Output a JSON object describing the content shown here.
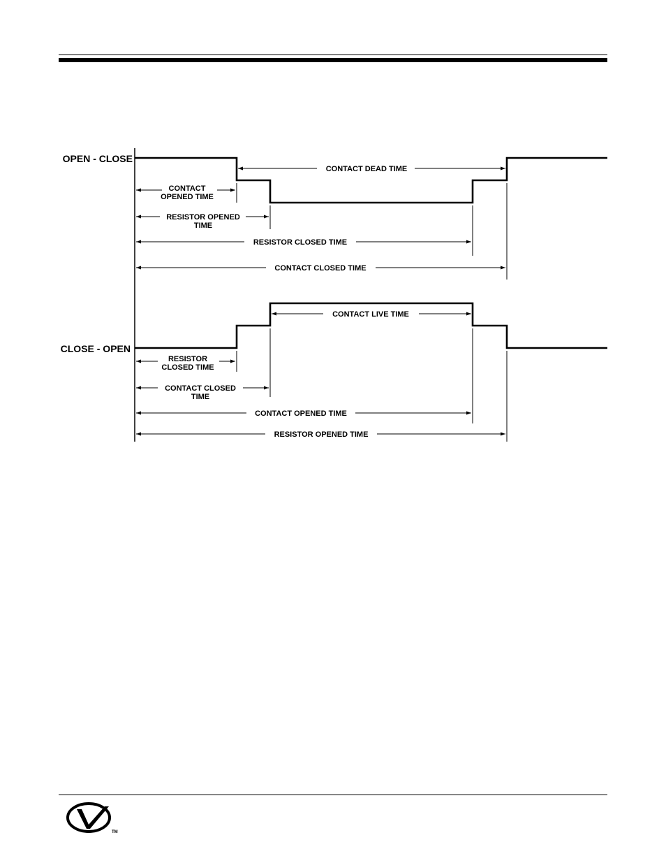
{
  "rows": {
    "top_label": "OPEN - CLOSE",
    "bottom_label": "CLOSE - OPEN"
  },
  "dimensions": {
    "contact_dead_time": "CONTACT DEAD TIME",
    "contact_opened_time_a": "CONTACT",
    "contact_opened_time_b": "OPENED TIME",
    "resistor_opened_time_a": "RESISTOR OPENED",
    "resistor_opened_time_b": "TIME",
    "resistor_closed_time": "RESISTOR CLOSED TIME",
    "contact_closed_time": "CONTACT CLOSED TIME",
    "contact_live_time": "CONTACT LIVE TIME",
    "resistor_closed_time_a": "RESISTOR",
    "resistor_closed_time_b": "CLOSED TIME",
    "contact_closed_time_a": "CONTACT CLOSED",
    "contact_closed_time_b": "TIME",
    "contact_opened_time": "CONTACT OPENED TIME",
    "resistor_opened_time": "RESISTOR OPENED TIME"
  },
  "logo": {
    "trademark": "TM"
  }
}
